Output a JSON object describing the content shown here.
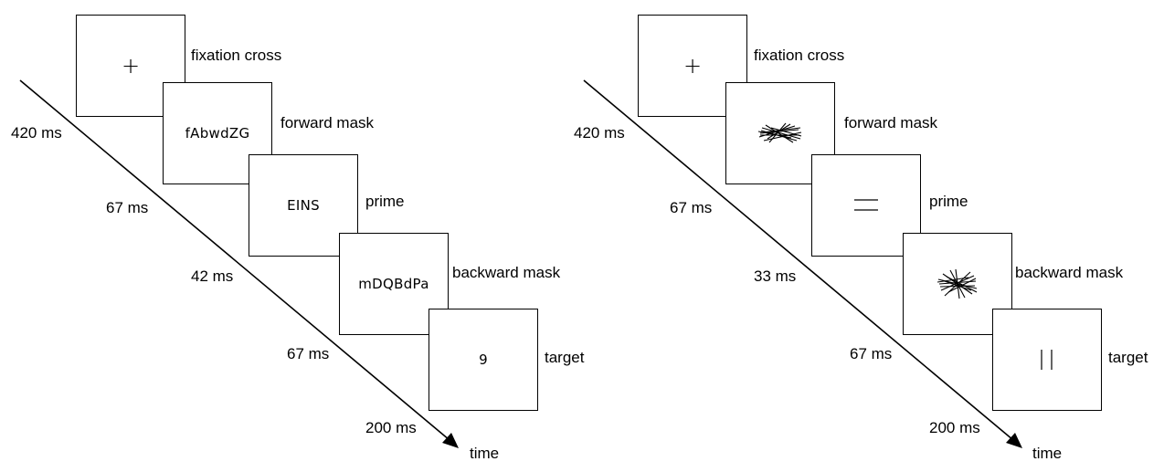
{
  "diagrams": [
    {
      "frames": [
        {
          "label": "fixation cross",
          "stimulus": "+"
        },
        {
          "label": "forward mask",
          "stimulus": "fAbwdZG"
        },
        {
          "label": "prime",
          "stimulus": "EINS"
        },
        {
          "label": "backward mask",
          "stimulus": "mDQBdPa"
        },
        {
          "label": "target",
          "stimulus": "9"
        }
      ],
      "durations": [
        "420 ms",
        "67 ms",
        "42 ms",
        "67 ms",
        "200 ms"
      ],
      "axis_label": "time"
    },
    {
      "frames": [
        {
          "label": "fixation cross",
          "stimulus": "+",
          "stimulus_icon": "plus-icon"
        },
        {
          "label": "forward mask",
          "stimulus_icon": "scribble-mask-icon"
        },
        {
          "label": "prime",
          "stimulus_icon": "two-horizontal-lines-icon"
        },
        {
          "label": "backward mask",
          "stimulus_icon": "scribble-mask-icon"
        },
        {
          "label": "target",
          "stimulus_icon": "two-vertical-lines-icon"
        }
      ],
      "durations": [
        "420 ms",
        "67 ms",
        "33 ms",
        "67 ms",
        "200 ms"
      ],
      "axis_label": "time"
    }
  ]
}
